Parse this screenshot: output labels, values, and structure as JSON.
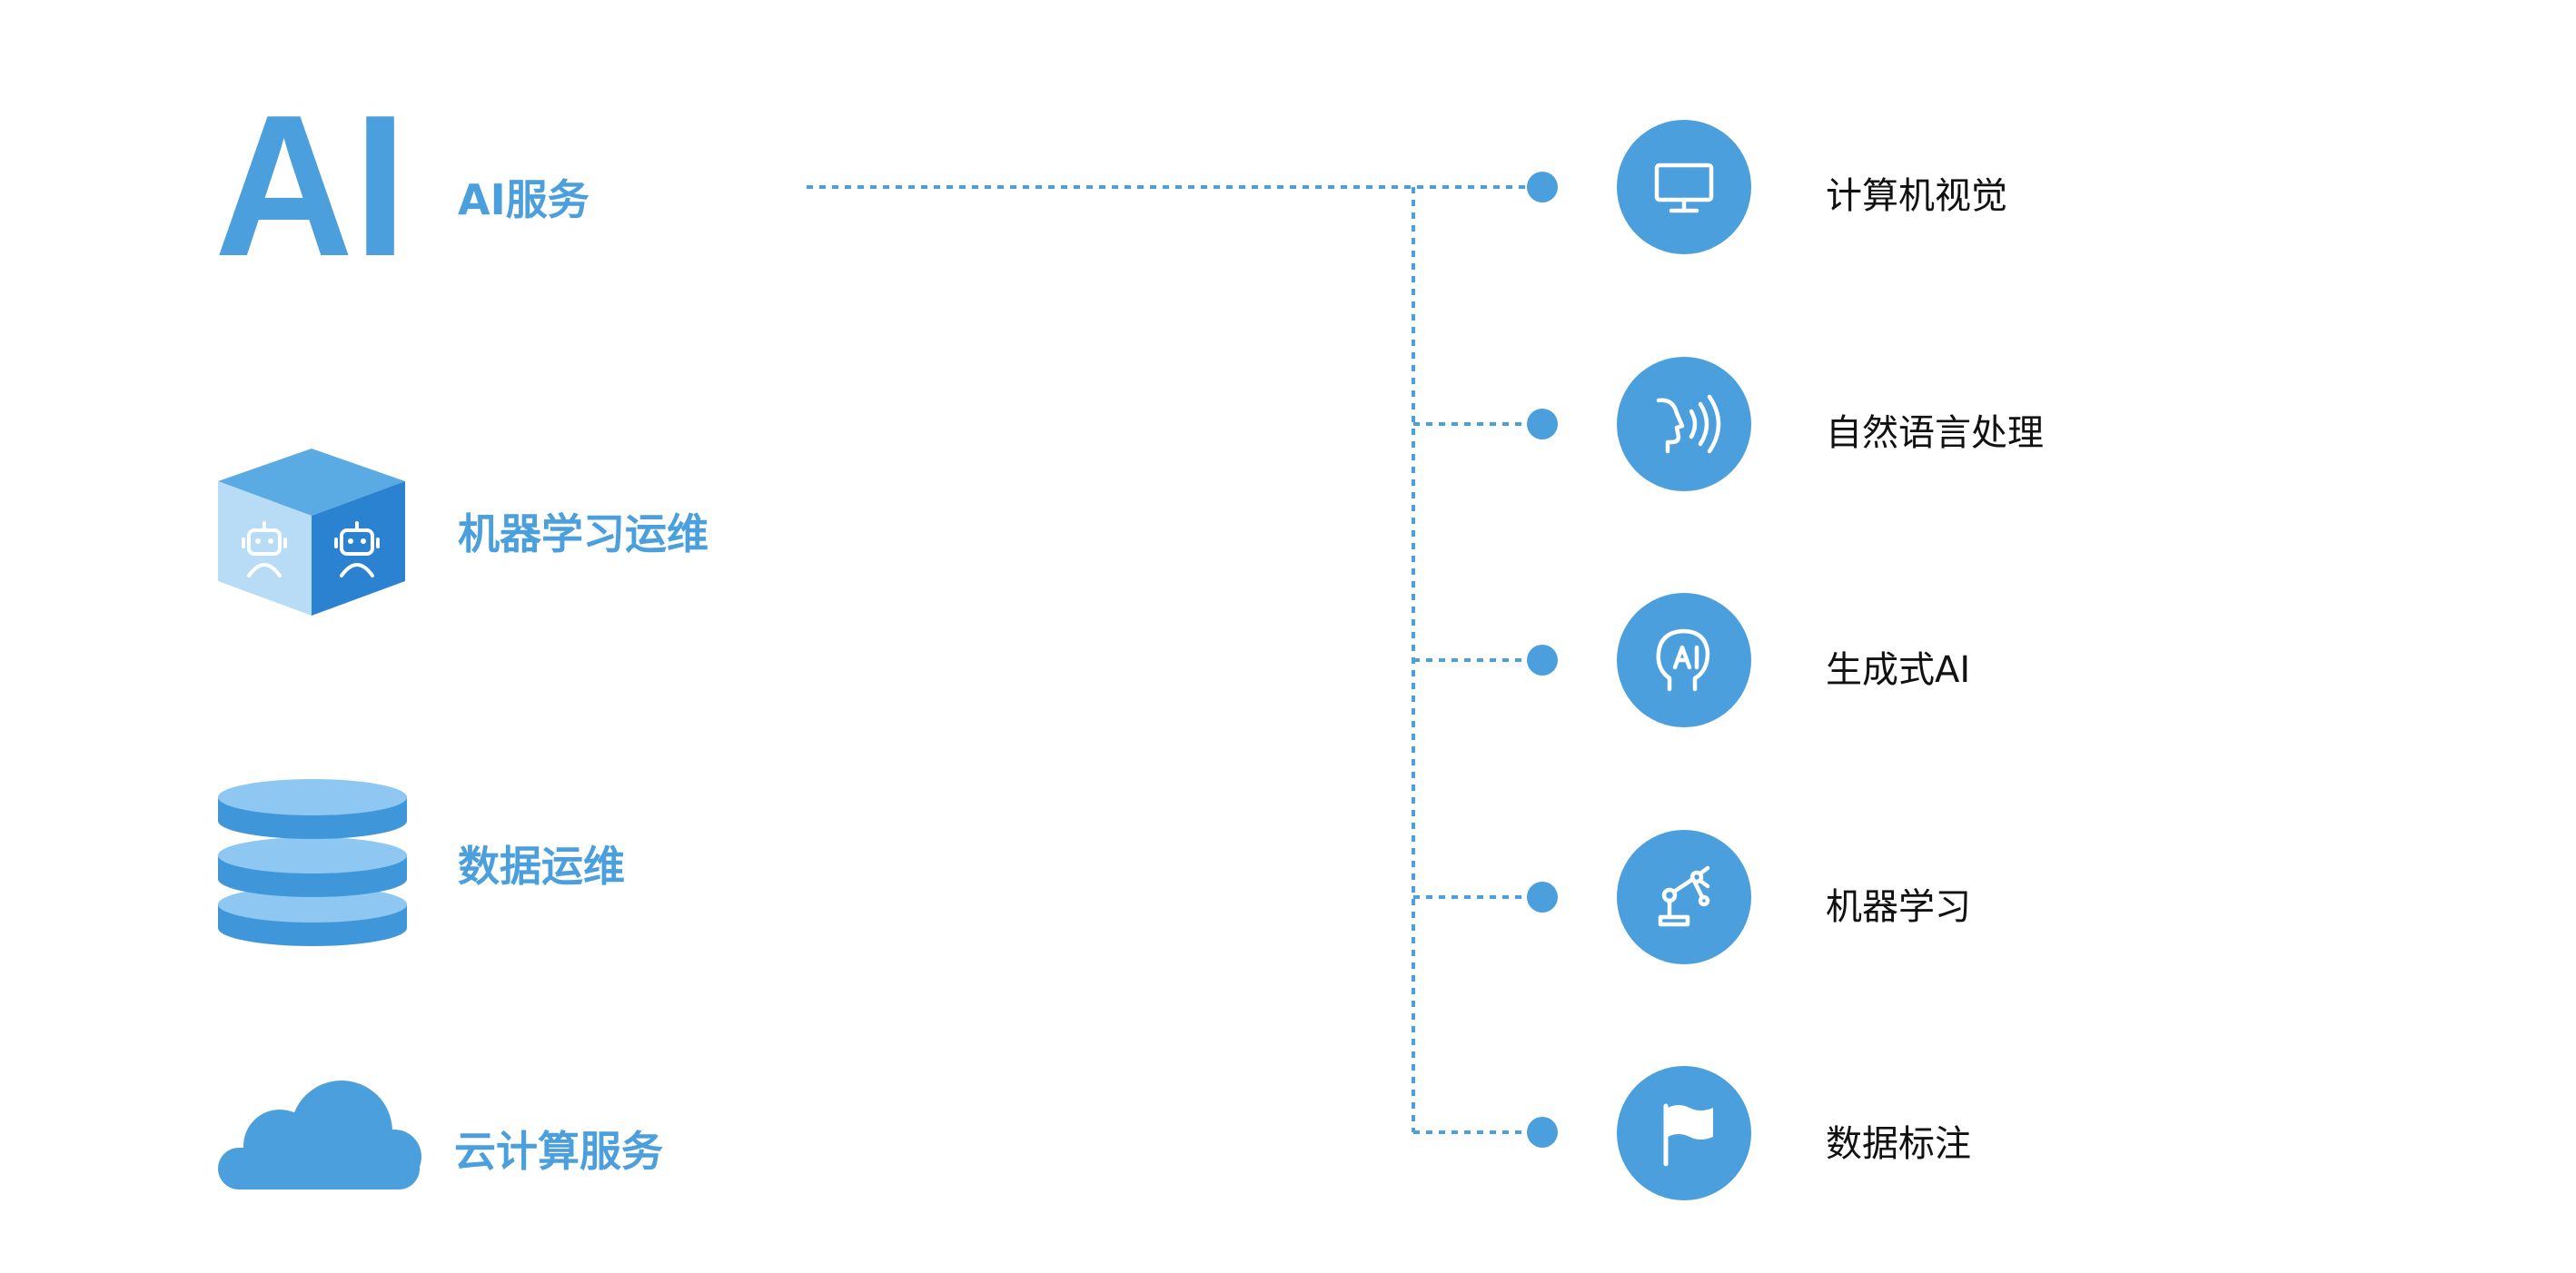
{
  "left": {
    "ai_logo_text": "AI",
    "items": [
      {
        "label": "AI服务"
      },
      {
        "label": "机器学习运维"
      },
      {
        "label": "数据运维"
      },
      {
        "label": "云计算服务"
      }
    ]
  },
  "services": [
    {
      "label": "计算机视觉",
      "icon": "monitor-icon"
    },
    {
      "label": "自然语言处理",
      "icon": "voice-icon"
    },
    {
      "label": "生成式AI",
      "icon": "ai-head-icon"
    },
    {
      "label": "机器学习",
      "icon": "robot-arm-icon"
    },
    {
      "label": "数据标注",
      "icon": "flag-icon"
    }
  ],
  "colors": {
    "accent": "#4a9fdc",
    "accent_light": "#8ec8f2",
    "accent_dark": "#2e86d2",
    "text": "#111111"
  }
}
